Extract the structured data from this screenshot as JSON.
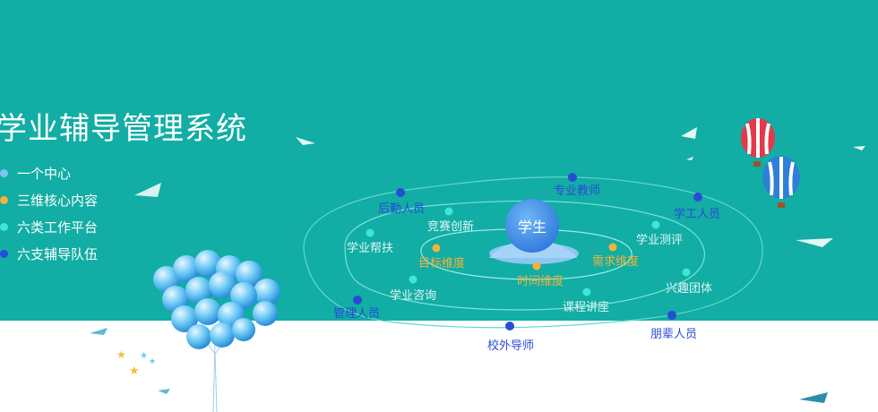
{
  "title": "学业辅导管理系统",
  "bullets": [
    {
      "label": "一个中心",
      "color": "#7ec3f0"
    },
    {
      "label": "三维核心内容",
      "color": "#f2b33a"
    },
    {
      "label": "六类工作平台",
      "color": "#3ee6d6"
    },
    {
      "label": "六支辅导队伍",
      "color": "#2a4bd6"
    }
  ],
  "center": {
    "label": "学生"
  },
  "dimensions": [
    "目标维度",
    "需求维度",
    "时间维度"
  ],
  "platforms": [
    "竞赛创新",
    "学业帮扶",
    "学业咨询",
    "学业测评",
    "兴趣团体",
    "课程讲座"
  ],
  "teams": [
    "专业教师",
    "后勤人员",
    "学工人员",
    "管理人员",
    "校外导师",
    "朋辈人员"
  ],
  "colors": {
    "banner": "#12ada4",
    "dimension": "#f2b33a",
    "platform": "#3ee6d6",
    "team": "#2a4bd6",
    "center": "#3f8fe8"
  },
  "decorations": [
    "balloon-bunch-icon",
    "hot-air-balloon-red-icon",
    "hot-air-balloon-blue-icon",
    "paper-plane-icon",
    "star-icon"
  ]
}
